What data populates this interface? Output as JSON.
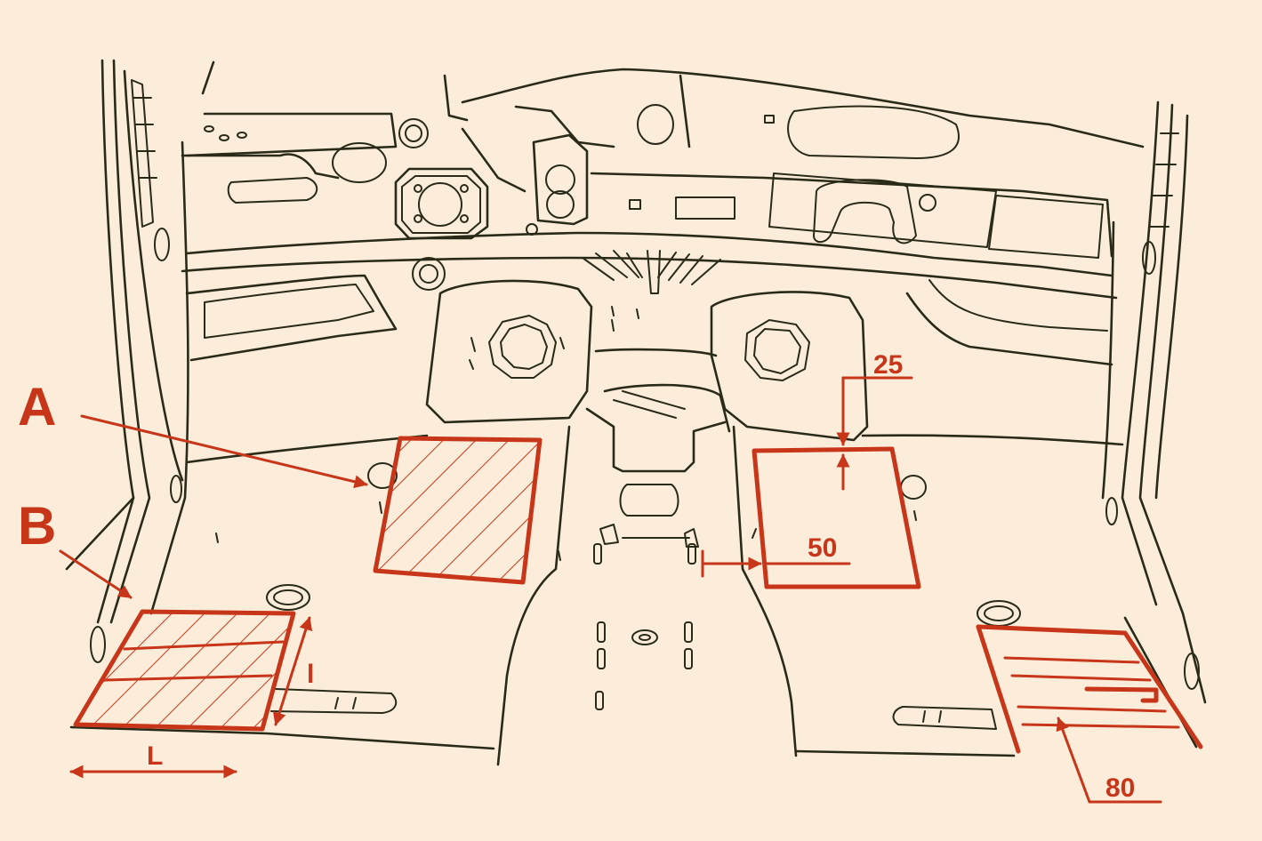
{
  "labels": {
    "zone_a": "A",
    "zone_b": "B",
    "dim_25": "25",
    "dim_50": "50",
    "dim_80": "80",
    "dim_l_upper": "L",
    "dim_l_lower": "l"
  },
  "colors": {
    "background": "#fbedda",
    "linework": "#2a2a18",
    "annotation": "#c8361a"
  }
}
